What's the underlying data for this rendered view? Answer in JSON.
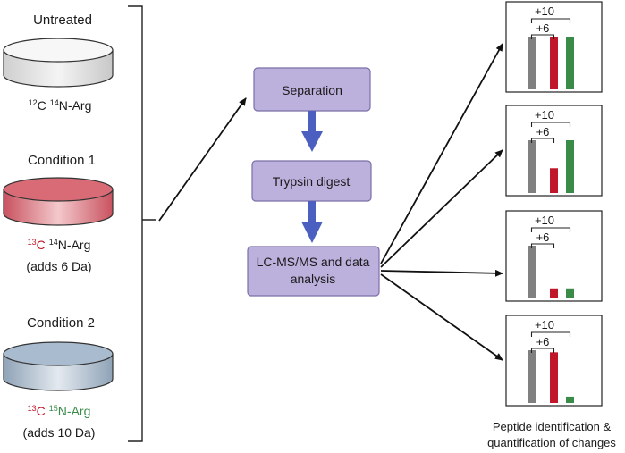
{
  "colors": {
    "light": "#808080",
    "heavy_6": "#c0182a",
    "heavy_10": "#3a8a48",
    "step_box": "#bcb0dc",
    "blue_arrow": "#4a5fc0",
    "dish_untreated": "#e6e6e6",
    "dish_condition1": "#d96b76",
    "dish_condition2": "#a9bccf"
  },
  "samples": [
    {
      "title": "Untreated",
      "iso_c_mass": "12",
      "iso_c_elem": "C",
      "iso_n_mass": "14",
      "iso_n_elem": "N-Arg",
      "note": "",
      "iso_c_color": "#1a1a1a",
      "iso_n_color": "#1a1a1a",
      "dish_color": "#e6e6e6"
    },
    {
      "title": "Condition 1",
      "iso_c_mass": "13",
      "iso_c_elem": "C",
      "iso_n_mass": "14",
      "iso_n_elem": "N-Arg",
      "note": "(adds 6 Da)",
      "iso_c_color": "#c0182a",
      "iso_n_color": "#1a1a1a",
      "dish_color": "#d96b76"
    },
    {
      "title": "Condition 2",
      "iso_c_mass": "13",
      "iso_c_elem": "C",
      "iso_n_mass": "15",
      "iso_n_elem": "N-Arg",
      "note": "(adds 10 Da)",
      "iso_c_color": "#c0182a",
      "iso_n_color": "#3a8a48",
      "dish_color": "#a9bccf"
    }
  ],
  "workflow": {
    "steps": [
      "Separation",
      "Trypsin digest",
      "LC-MS/MS and data analysis"
    ]
  },
  "results": {
    "bracket_outer_label": "+10",
    "bracket_inner_label": "+6",
    "caption_line1": "Peptide identification &",
    "caption_line2": "quantification of changes",
    "panels": [
      {
        "light": 1.0,
        "heavy_6": 1.0,
        "heavy_10": 1.0
      },
      {
        "light": 1.0,
        "heavy_6": 0.47,
        "heavy_10": 1.0
      },
      {
        "light": 1.0,
        "heavy_6": 0.19,
        "heavy_10": 0.19
      },
      {
        "light": 1.0,
        "heavy_6": 0.96,
        "heavy_10": 0.12
      }
    ]
  }
}
